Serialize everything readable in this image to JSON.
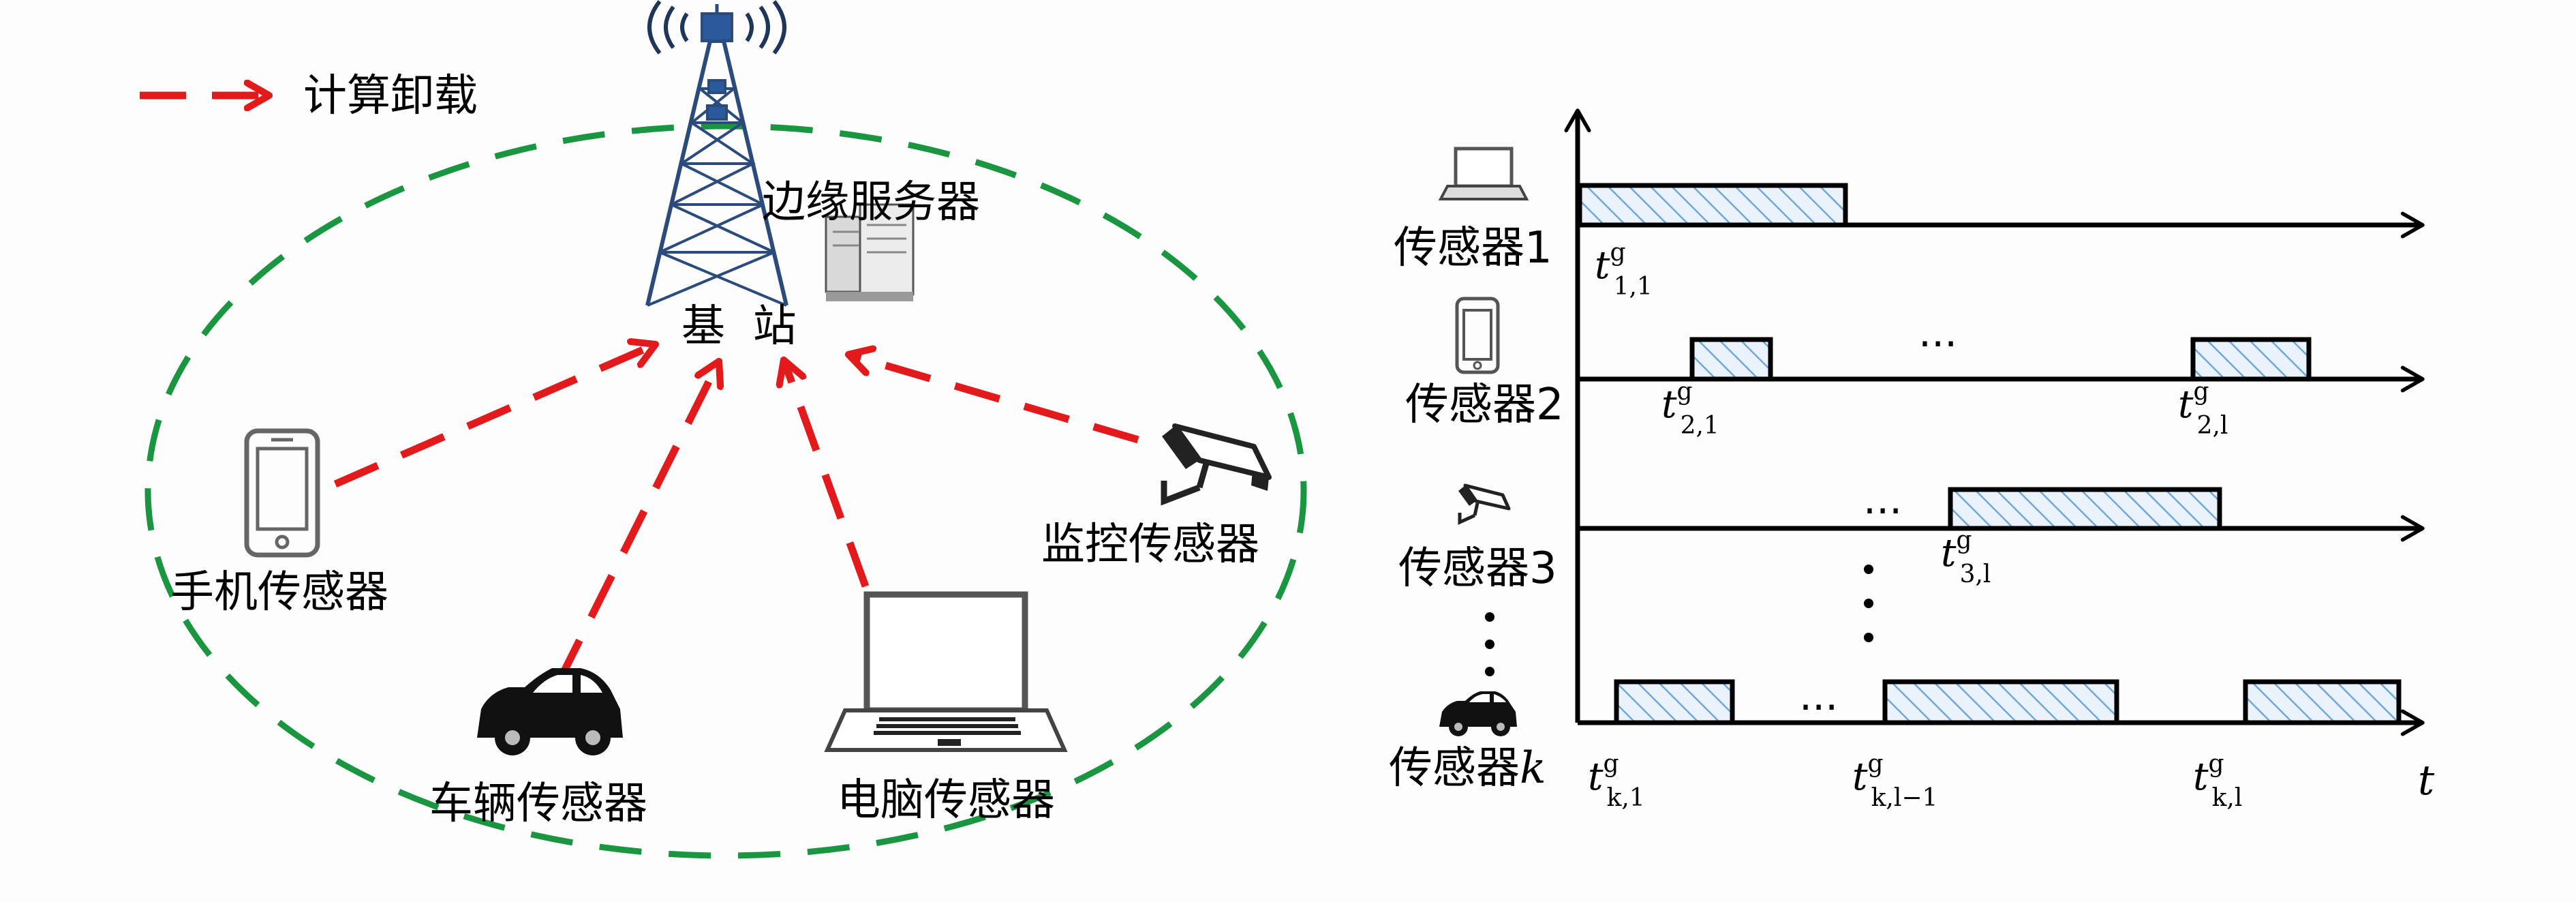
{
  "legend": {
    "label": "计算卸载"
  },
  "network": {
    "edge_server_label": "边缘服务器",
    "base_station_label": "基  站",
    "devices": {
      "phone": "手机传感器",
      "car": "车辆传感器",
      "laptop": "电脑传感器",
      "camera": "监控传感器"
    }
  },
  "timeline": {
    "time_axis_label": "t",
    "ellipsis": "···",
    "rows": [
      {
        "label": "传感器1",
        "icon": "laptop-icon",
        "marks": [
          {
            "base": "t",
            "sup": "g",
            "sub": "1,1"
          }
        ]
      },
      {
        "label": "传感器2",
        "icon": "phone-icon",
        "marks": [
          {
            "base": "t",
            "sup": "g",
            "sub": "2,1"
          },
          {
            "base": "t",
            "sup": "g",
            "sub": "2,l"
          }
        ]
      },
      {
        "label": "传感器3",
        "icon": "camera-icon",
        "marks": [
          {
            "base": "t",
            "sup": "g",
            "sub": "3,l"
          }
        ]
      },
      {
        "label": "传感器",
        "label_var": "k",
        "icon": "car-icon",
        "marks": [
          {
            "base": "t",
            "sup": "g",
            "sub": "k,1"
          },
          {
            "base": "t",
            "sup": "g",
            "sub": "k,l−1"
          },
          {
            "base": "t",
            "sup": "g",
            "sub": "k,l"
          }
        ]
      }
    ]
  },
  "colors": {
    "offload_arrow": "#e31a1c",
    "coverage_ellipse": "#1a9641",
    "task_hatch": "#6fa8dc",
    "ink": "#000000"
  }
}
